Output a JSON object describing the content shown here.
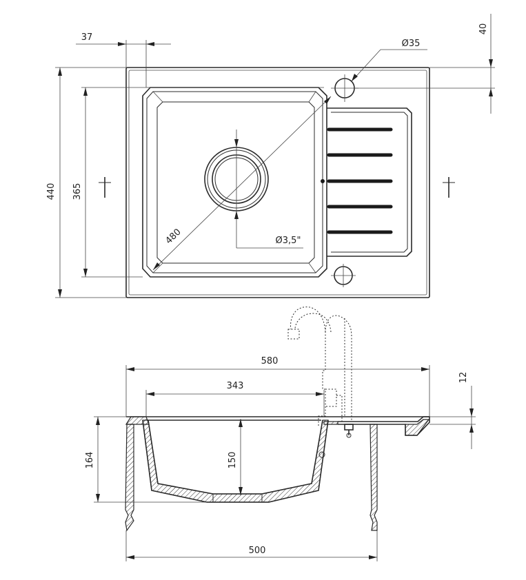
{
  "top_view": {
    "dimensions": {
      "overall_depth": "440",
      "bowl_depth": "365",
      "edge_offset_left": "37",
      "edge_offset_top": "40",
      "tap_hole_diameter": "Ø35",
      "bowl_diagonal": "480",
      "drain_size": "Ø3,5\""
    }
  },
  "side_view": {
    "dimensions": {
      "overall_width": "580",
      "bowl_width": "343",
      "rim_thickness": "12",
      "overall_height": "164",
      "bowl_height": "150",
      "cabinet_width": "500"
    }
  }
}
